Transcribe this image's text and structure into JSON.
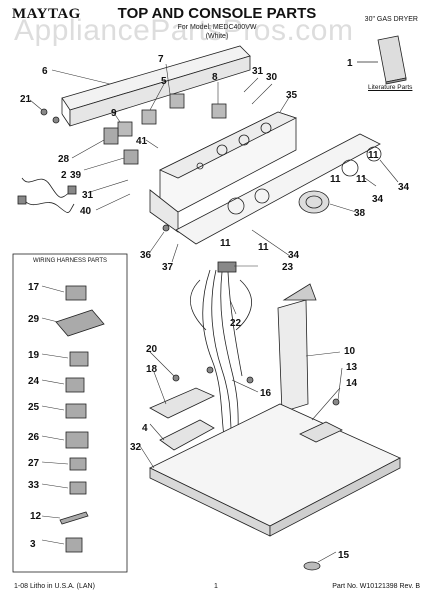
{
  "header": {
    "brand": "MAYTAG",
    "title": "TOP AND CONSOLE PARTS",
    "subtitle_line1": "For Model: MEDC400VW",
    "subtitle_line2": "(White)",
    "product_type": "30\" GAS DRYER",
    "watermark": "AppliancePartsPros.com"
  },
  "literature_label": "Literature Parts",
  "wiring_harness_label": "WIRING HARNESS PARTS",
  "callouts": [
    "1",
    "2",
    "3",
    "4",
    "5",
    "6",
    "7",
    "8",
    "9",
    "10",
    "11",
    "12",
    "13",
    "14",
    "15",
    "16",
    "17",
    "18",
    "19",
    "20",
    "21",
    "22",
    "23",
    "24",
    "25",
    "26",
    "27",
    "28",
    "29",
    "30",
    "31",
    "32",
    "33",
    "34",
    "35",
    "36",
    "37",
    "38",
    "39",
    "40",
    "41"
  ],
  "footer": {
    "left": "1-08 Litho in U.S.A. (LAN)",
    "center": "1",
    "right": "Part No. W10121398 Rev. B"
  }
}
